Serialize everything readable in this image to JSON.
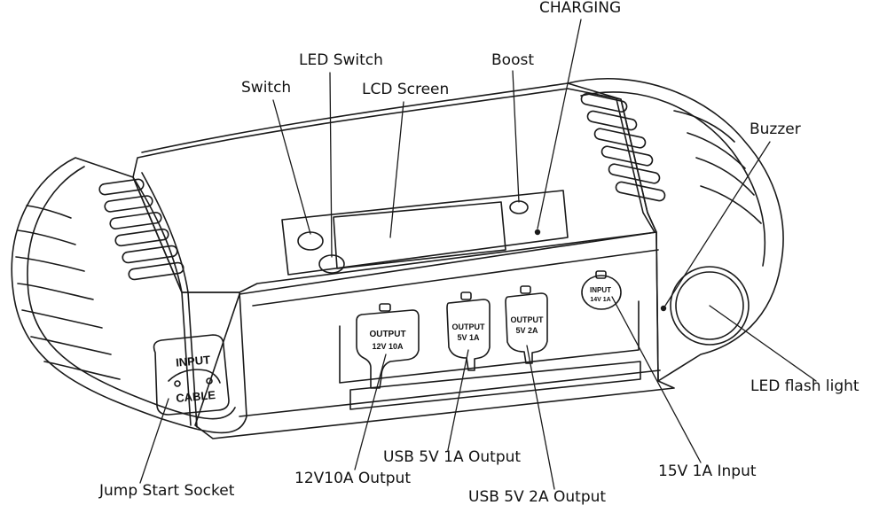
{
  "labels": {
    "charging": "CHARGING",
    "led_switch": "LED Switch",
    "boost": "Boost",
    "switch": "Switch",
    "lcd_screen": "LCD Screen",
    "buzzer": "Buzzer",
    "led_flash_light": "LED flash light",
    "jump_start_socket": "Jump Start Socket",
    "out_12v10a": "12V10A Output",
    "usb_5v1a": "USB 5V 1A Output",
    "usb_5v2a": "USB 5V 2A Output",
    "input_15v1a": "15V 1A Input"
  },
  "printed": {
    "socket_input": "INPUT",
    "socket_cable": "CABLE",
    "port1_line1": "OUTPUT",
    "port1_line2": "12V  10A",
    "port2_line1": "OUTPUT",
    "port2_line2": "5V   1A",
    "port3_line1": "OUTPUT",
    "port3_line2": "5V   2A",
    "port4_line1": "INPUT",
    "port4_line2": "14V  1A"
  }
}
